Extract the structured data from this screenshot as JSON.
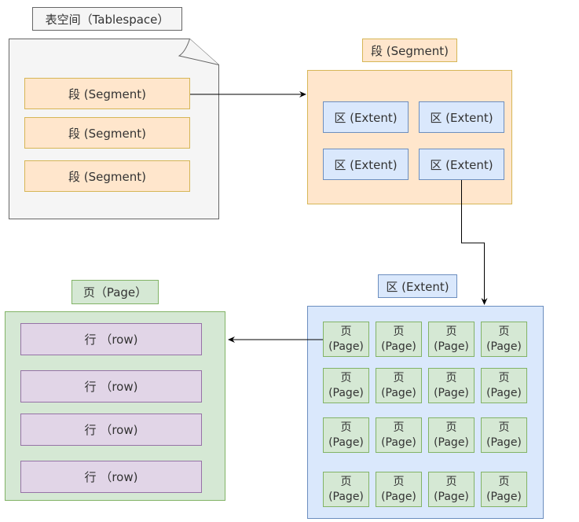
{
  "tablespace": {
    "title": "表空间（Tablespace）",
    "segments": [
      "段 (Segment)",
      "段 (Segment)",
      "段 (Segment)"
    ]
  },
  "segment": {
    "title": "段 (Segment)",
    "extents": [
      "区 (Extent)",
      "区 (Extent)",
      "区 (Extent)",
      "区 (Extent)"
    ]
  },
  "extent": {
    "title": "区 (Extent)",
    "page_cn": "页",
    "page_en": "(Page)",
    "page_count": 16
  },
  "page": {
    "title": "页（Page）",
    "rows": [
      "行 （row)",
      "行 （row)",
      "行 （row)",
      "行 （row)"
    ]
  },
  "colors": {
    "tablespace_fill": "#f5f5f5",
    "segment_fill": "#ffe6cc",
    "segment_stroke": "#d6b656",
    "extent_fill": "#dae8fc",
    "extent_stroke": "#6c8ebf",
    "page_fill": "#d5e8d4",
    "page_stroke": "#82b366",
    "row_fill": "#e1d5e7",
    "row_stroke": "#9673a6"
  }
}
